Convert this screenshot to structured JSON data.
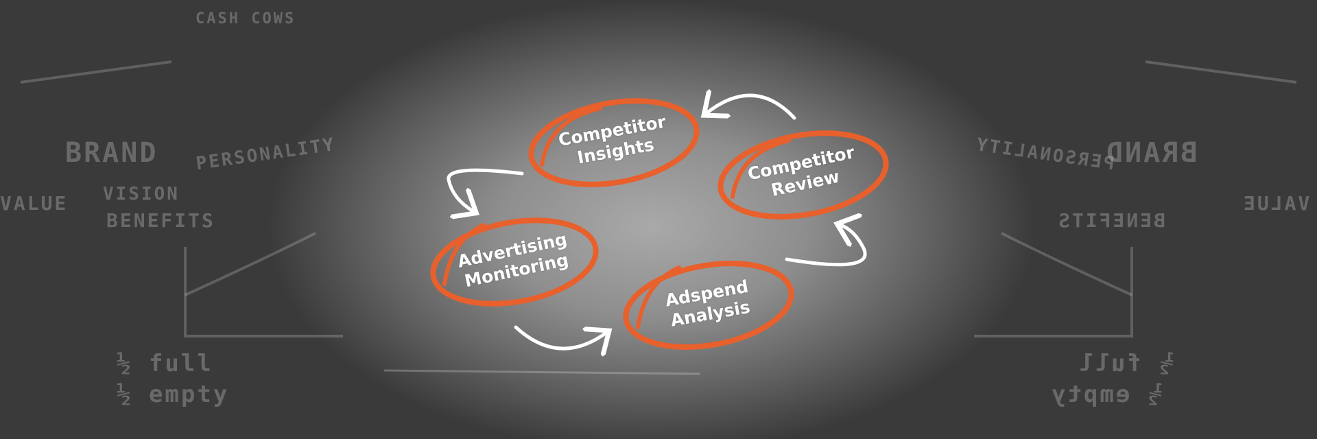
{
  "colors": {
    "ellipse": "#e8602c",
    "arrow": "#ffffff",
    "chalk": "#e6e6e6"
  },
  "nodes": [
    {
      "id": "competitor-insights",
      "line1": "Competitor",
      "line2": "Insights"
    },
    {
      "id": "competitor-review",
      "line1": "Competitor",
      "line2": "Review"
    },
    {
      "id": "adspend-analysis",
      "line1": "Adspend",
      "line2": "Analysis"
    },
    {
      "id": "advertising-monitoring",
      "line1": "Advertising",
      "line2": "Monitoring"
    }
  ],
  "edges": [
    {
      "from": "competitor-review",
      "to": "competitor-insights"
    },
    {
      "from": "competitor-insights",
      "to": "advertising-monitoring"
    },
    {
      "from": "advertising-monitoring",
      "to": "adspend-analysis"
    },
    {
      "from": "adspend-analysis",
      "to": "competitor-review"
    }
  ],
  "background_chalk": {
    "brand": "BRAND",
    "vision": "VISION",
    "personality": "PERSONALITY",
    "value": "VALUE",
    "benefits": "BENEFITS",
    "half_full": "½ full",
    "half_empty": "½ empty",
    "cash": "CASH COWS"
  }
}
